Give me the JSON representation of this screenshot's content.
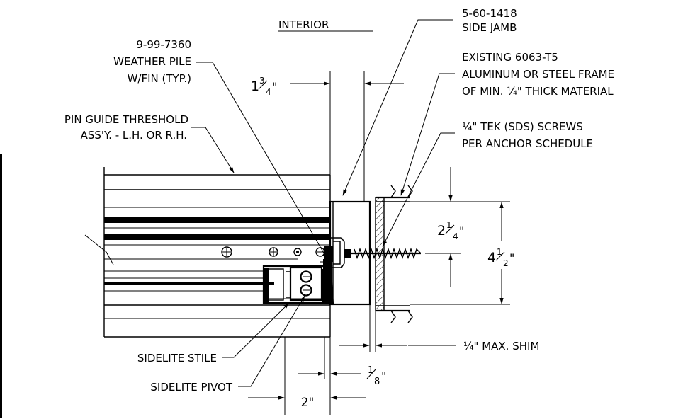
{
  "labels": {
    "interior": "INTERIOR",
    "jamb_part": "5-60-1418",
    "jamb_name": "SIDE JAMB",
    "pile_part": "9-99-7360",
    "pile_name": "WEATHER PILE",
    "pile_note": "W/FIN (TYP.)",
    "frame_l1": "EXISTING 6063-T5",
    "frame_l2": "ALUMINUM OR STEEL FRAME",
    "frame_l3": "OF MIN. ¼\" THICK MATERIAL",
    "threshold_l1": "PIN GUIDE THRESHOLD",
    "threshold_l2": "ASS'Y. - L.H. OR R.H.",
    "screws_l1": "¼\" TEK (SDS) SCREWS",
    "screws_l2": "PER ANCHOR SCHEDULE",
    "shim": "¼\" MAX. SHIM",
    "stile": "SIDELITE STILE",
    "pivot": "SIDELITE PIVOT"
  },
  "dimensions": {
    "d1_whole": "1",
    "d1_num": "3",
    "d1_den": "4",
    "d1_unit": "\"",
    "d2_whole": "2",
    "d2_num": "1",
    "d2_den": "4",
    "d2_unit": "\"",
    "d3_whole": "4",
    "d3_num": "1",
    "d3_den": "2",
    "d3_unit": "\"",
    "d4_num": "1",
    "d4_den": "8",
    "d4_unit": "\"",
    "d5": "2\""
  }
}
